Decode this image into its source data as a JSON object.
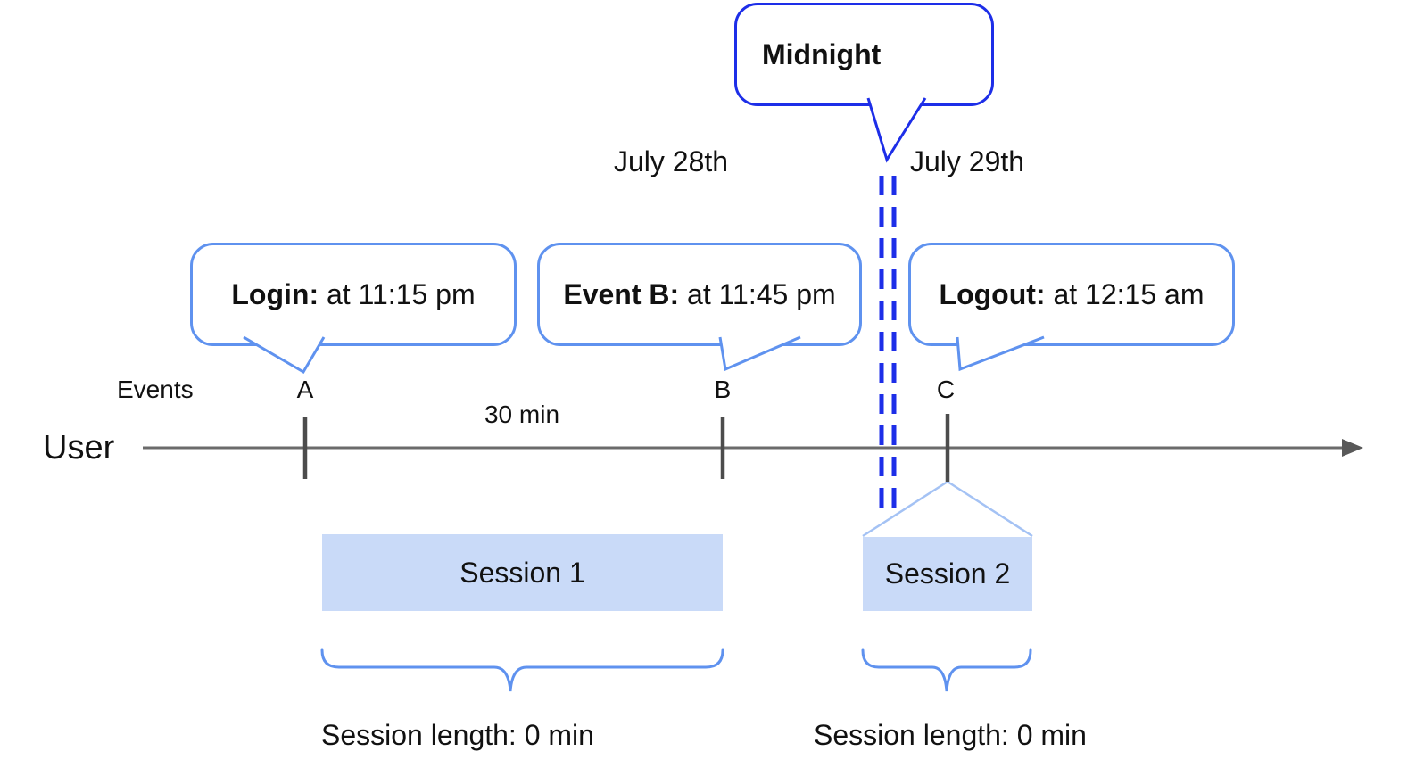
{
  "dates": {
    "left": "July 28th",
    "right": "July 29th"
  },
  "midnight": {
    "label": "Midnight"
  },
  "callouts": {
    "login": {
      "label": "Login:",
      "detail": " at 11:15 pm"
    },
    "event_b": {
      "label": "Event B:",
      "detail": " at 11:45 pm"
    },
    "logout": {
      "label": "Logout:",
      "detail": " at 12:15 am"
    }
  },
  "timeline": {
    "row_label": "User",
    "events_label": "Events",
    "interval_label": "30 min",
    "markers": {
      "a": "A",
      "b": "B",
      "c": "C"
    }
  },
  "sessions": {
    "session1": {
      "name": "Session 1",
      "length": "Session length: 0 min"
    },
    "session2": {
      "name": "Session 2",
      "length": "Session length: 0 min"
    }
  },
  "colors": {
    "accent_blue": "#5f92ef",
    "strong_blue": "#1d2ee8",
    "pale_blue_line": "#a4c2f4",
    "session_fill": "#c9daf8",
    "axis_gray": "#6b6b6b",
    "text": "#111111"
  }
}
